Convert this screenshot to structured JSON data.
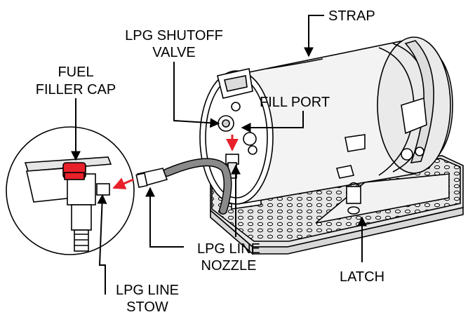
{
  "labels": {
    "strap": "STRAP",
    "shutoff_valve": [
      "LPG SHUTOFF",
      "VALVE"
    ],
    "fuel_filler_cap": [
      "FUEL",
      "FILLER CAP"
    ],
    "fill_port": "FILL PORT",
    "lpg_line_nozzle": [
      "LPG LINE",
      "NOZZLE"
    ],
    "latch": "LATCH",
    "lpg_line_stow": [
      "LPG LINE",
      "STOW"
    ]
  },
  "colors": {
    "cap": "#e8202a",
    "arrow": "#e8202a",
    "hose": "#8a8a8a",
    "metal": "#e6e6e6",
    "shadow": "#cfcfcf"
  }
}
